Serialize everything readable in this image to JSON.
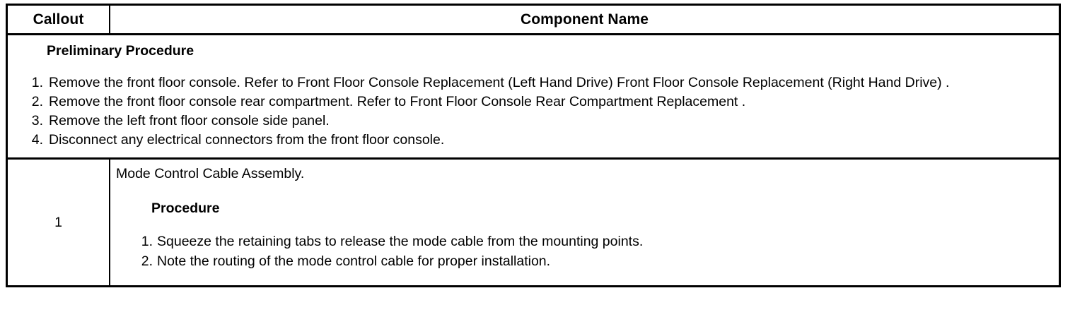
{
  "table": {
    "header": {
      "callout_label": "Callout",
      "component_label": "Component Name"
    },
    "preliminary": {
      "heading": "Preliminary Procedure",
      "steps": [
        {
          "number": "1.",
          "text": "Remove the front floor console. Refer to Front Floor Console Replacement (Left Hand Drive) Front Floor Console Replacement (Right Hand Drive) ."
        },
        {
          "number": "2.",
          "text": "Remove the front floor console rear compartment. Refer to Front Floor Console Rear Compartment Replacement ."
        },
        {
          "number": "3.",
          "text": "Remove the left front floor console side panel."
        },
        {
          "number": "4.",
          "text": "Disconnect any electrical connectors from the front floor console."
        }
      ]
    },
    "rows": [
      {
        "callout": "1",
        "component_title": "Mode Control Cable Assembly.",
        "procedure_heading": "Procedure",
        "procedure_steps": [
          {
            "number": "1.",
            "text": "Squeeze the retaining tabs to release the mode cable from the mounting points."
          },
          {
            "number": "2.",
            "text": "Note the routing of the mode control cable for proper installation."
          }
        ]
      }
    ]
  },
  "colors": {
    "border": "#000000",
    "text": "#000000",
    "background": "#ffffff"
  }
}
